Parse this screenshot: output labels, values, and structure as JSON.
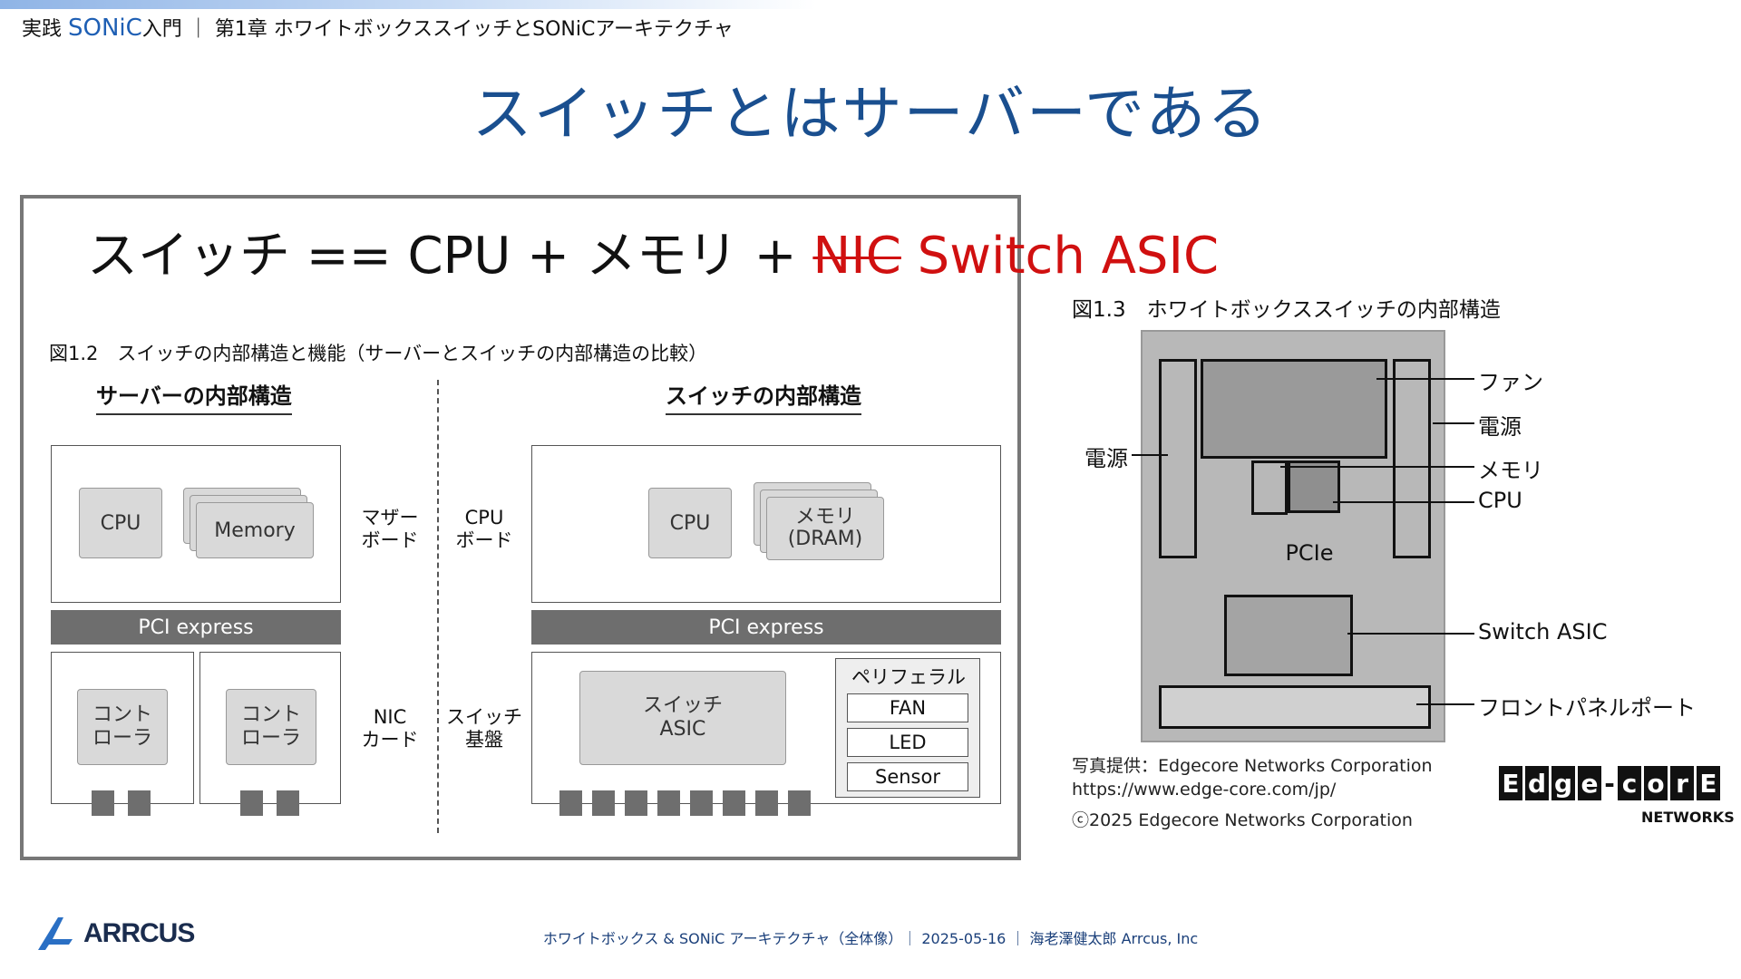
{
  "header": {
    "prefix": "実践 ",
    "highlight": "SONiC",
    "suffix": "入門 ｜ 第1章 ホワイトボックススイッチとSONiCアーキテクチャ"
  },
  "title": "スイッチとはサーバーである",
  "formula": {
    "part1": "スイッチ == CPU + メモリ + ",
    "strike": "NIC",
    "red": " Switch ASIC"
  },
  "fig12": {
    "caption": "図1.2　スイッチの内部構造と機能（サーバーとスイッチの内部構造の比較）",
    "server_heading": "サーバーの内部構造",
    "switch_heading": "スイッチの内部構造",
    "server_cpu": "CPU",
    "server_memory": "Memory",
    "pci_left": "PCI express",
    "pci_right": "PCI express",
    "controller1": "コント\nローラ",
    "controller2": "コント\nローラ",
    "side_motherboard": "マザー\nボード",
    "side_nic": "NIC\nカード",
    "side_cpuboard": "CPU\nボード",
    "side_switchboard": "スイッチ\n基盤",
    "switch_cpu": "CPU",
    "switch_memory": "メモリ\n(DRAM)",
    "switch_asic": "スイッチ\nASIC",
    "peripheral_title": "ペリフェラル",
    "peripherals": [
      "FAN",
      "LED",
      "Sensor"
    ]
  },
  "fig13": {
    "caption": "図1.3　ホワイトボックススイッチの内部構造",
    "labels": {
      "fan": "ファン",
      "psu_right": "電源",
      "psu_left": "電源",
      "memory": "メモリ",
      "cpu": "CPU",
      "pcie": "PCIe",
      "asic": "Switch ASIC",
      "front": "フロントパネルポート"
    },
    "credit1": "写真提供：Edgecore Networks Corporation",
    "credit2": "https://www.edge-core.com/jp/",
    "credit3": "ⓒ2025 Edgecore Networks Corporation"
  },
  "edgecore_logo": {
    "letters": [
      "E",
      "d",
      "g",
      "e",
      "-",
      "c",
      "o",
      "r",
      "E"
    ],
    "sub": "NETWORKS"
  },
  "arrcus_logo": "ARRCUS",
  "footer": "ホワイトボックス & SONiC アーキテクチャ（全体像）｜ 2025-05-16 ｜ 海老澤健太郎 Arrcus, Inc",
  "colors": {
    "title": "#1a4f8f",
    "accent": "#1e5fb4",
    "red": "#d01010",
    "bar": "#6e6e6e"
  }
}
